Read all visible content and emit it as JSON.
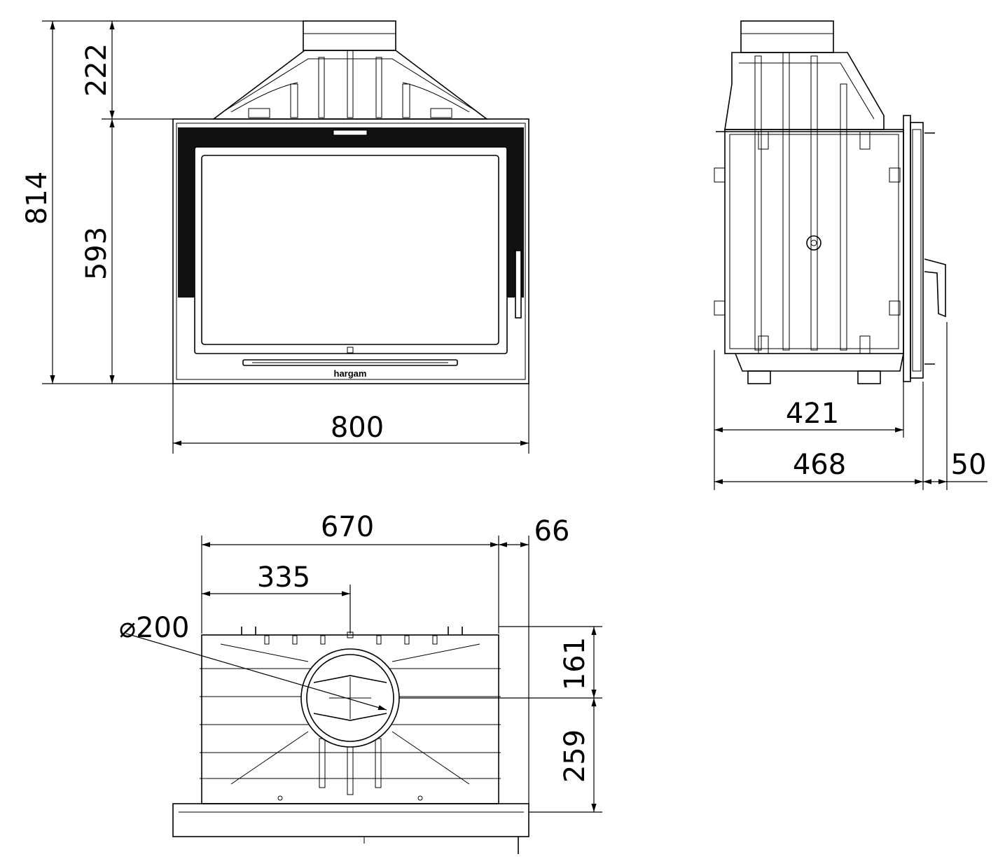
{
  "front_view": {
    "dimensions": {
      "total_height": "814",
      "hood_height": "222",
      "body_height": "593",
      "width": "800"
    },
    "logo": "hargam"
  },
  "side_view": {
    "dimensions": {
      "body_depth": "421",
      "total_depth": "468",
      "front_depth": "50"
    }
  },
  "top_view": {
    "dimensions": {
      "body_width": "670",
      "front_overhang": "66",
      "flue_center_x": "335",
      "flue_diameter": "⌀200",
      "flue_from_back": "161",
      "flue_from_front": "259"
    }
  }
}
